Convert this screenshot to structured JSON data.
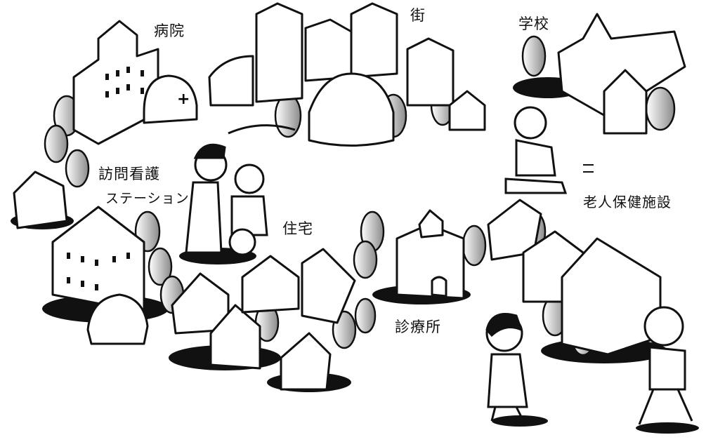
{
  "labels": {
    "hospital": "病院",
    "town": "街",
    "school": "学校",
    "visiting_nurse_1": "訪問看護",
    "visiting_nurse_2": "ステーション",
    "housing": "住宅",
    "elderly_facility": "老人保健施設",
    "clinic": "診療所"
  },
  "colors": {
    "ink": "#111111",
    "paper": "#ffffff",
    "tree_shade": "#9a9a9a"
  }
}
